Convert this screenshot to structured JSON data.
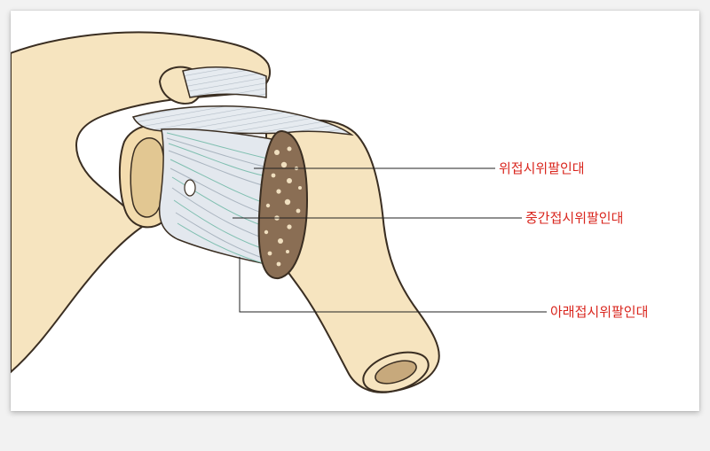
{
  "colors": {
    "bone": "#f6e4bf",
    "bone_outline": "#3a2e22",
    "bone_shadow": "#e8cf9f",
    "ligament": "#e3e8ee",
    "ligament_stripe": "#a9b4bf",
    "ligament_green": "#7fbfb0",
    "cancellous": "#8a6e54",
    "cancellous_dark": "#5a4432",
    "leader_line": "#222222",
    "label_text": "#d9251d",
    "background": "#f2f2f2",
    "card": "#ffffff"
  },
  "labels": {
    "superior": "위접시위팔인대",
    "middle": "중간접시위팔인대",
    "inferior": "아래접시위팔인대"
  }
}
